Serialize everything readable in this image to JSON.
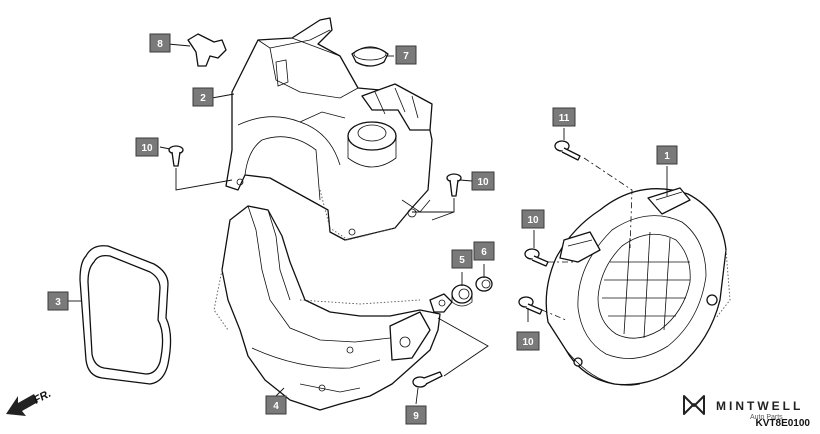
{
  "diagram": {
    "code": "KVT8E0100",
    "direction_label": "FR.",
    "brand": {
      "name": "MINTWELL",
      "tagline": "Auto Parts"
    },
    "callouts": [
      {
        "id": "callout-1",
        "label": "1"
      },
      {
        "id": "callout-2",
        "label": "2"
      },
      {
        "id": "callout-3",
        "label": "3"
      },
      {
        "id": "callout-4",
        "label": "4"
      },
      {
        "id": "callout-5",
        "label": "5"
      },
      {
        "id": "callout-6",
        "label": "6"
      },
      {
        "id": "callout-7",
        "label": "7"
      },
      {
        "id": "callout-8",
        "label": "8"
      },
      {
        "id": "callout-9",
        "label": "9"
      },
      {
        "id": "callout-10a",
        "label": "10"
      },
      {
        "id": "callout-10b",
        "label": "10"
      },
      {
        "id": "callout-10c",
        "label": "10"
      },
      {
        "id": "callout-10d",
        "label": "10"
      },
      {
        "id": "callout-11",
        "label": "11"
      }
    ],
    "colors": {
      "callout_fill": "#7a7a7a",
      "line": "#111111",
      "background": "#ffffff"
    }
  }
}
